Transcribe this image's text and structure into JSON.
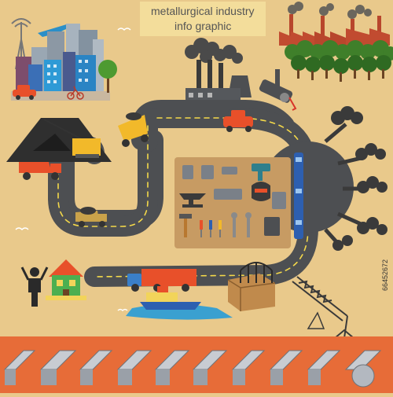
{
  "title": {
    "line1": "metallurgical industry",
    "line2": "info graphic"
  },
  "stock_id": "66452672",
  "colors": {
    "background": "#e9c98b",
    "road": "#4d4f52",
    "road_marking": "#f4d94a",
    "smoke": "#4a4a4a",
    "trees": "#3f7f2a",
    "factory_red": "#b8462c",
    "tool_panel": "#c79b63",
    "steel_strip": "#e76c38",
    "water": "#3aa0d0"
  },
  "icons": [
    "airplane-icon",
    "radio-tower-icon",
    "city-skyline-icon",
    "car-icon",
    "bicycle-icon",
    "tree-icon",
    "factory-icon",
    "forest-icon",
    "power-plant-icon",
    "steel-ladle-icon",
    "mine-excavator-icon",
    "dump-truck-icon",
    "tanker-truck-icon",
    "cargo-truck-icon",
    "ship-icon",
    "house-icon",
    "person-icon",
    "warehouse-box-icon",
    "gate-icon",
    "crane-icon",
    "train-icon",
    "hammer-icon",
    "wrench-icon",
    "screwdriver-icon",
    "drill-icon",
    "anvil-icon",
    "welding-mask-icon",
    "steel-profile-icon",
    "bird-icon"
  ]
}
